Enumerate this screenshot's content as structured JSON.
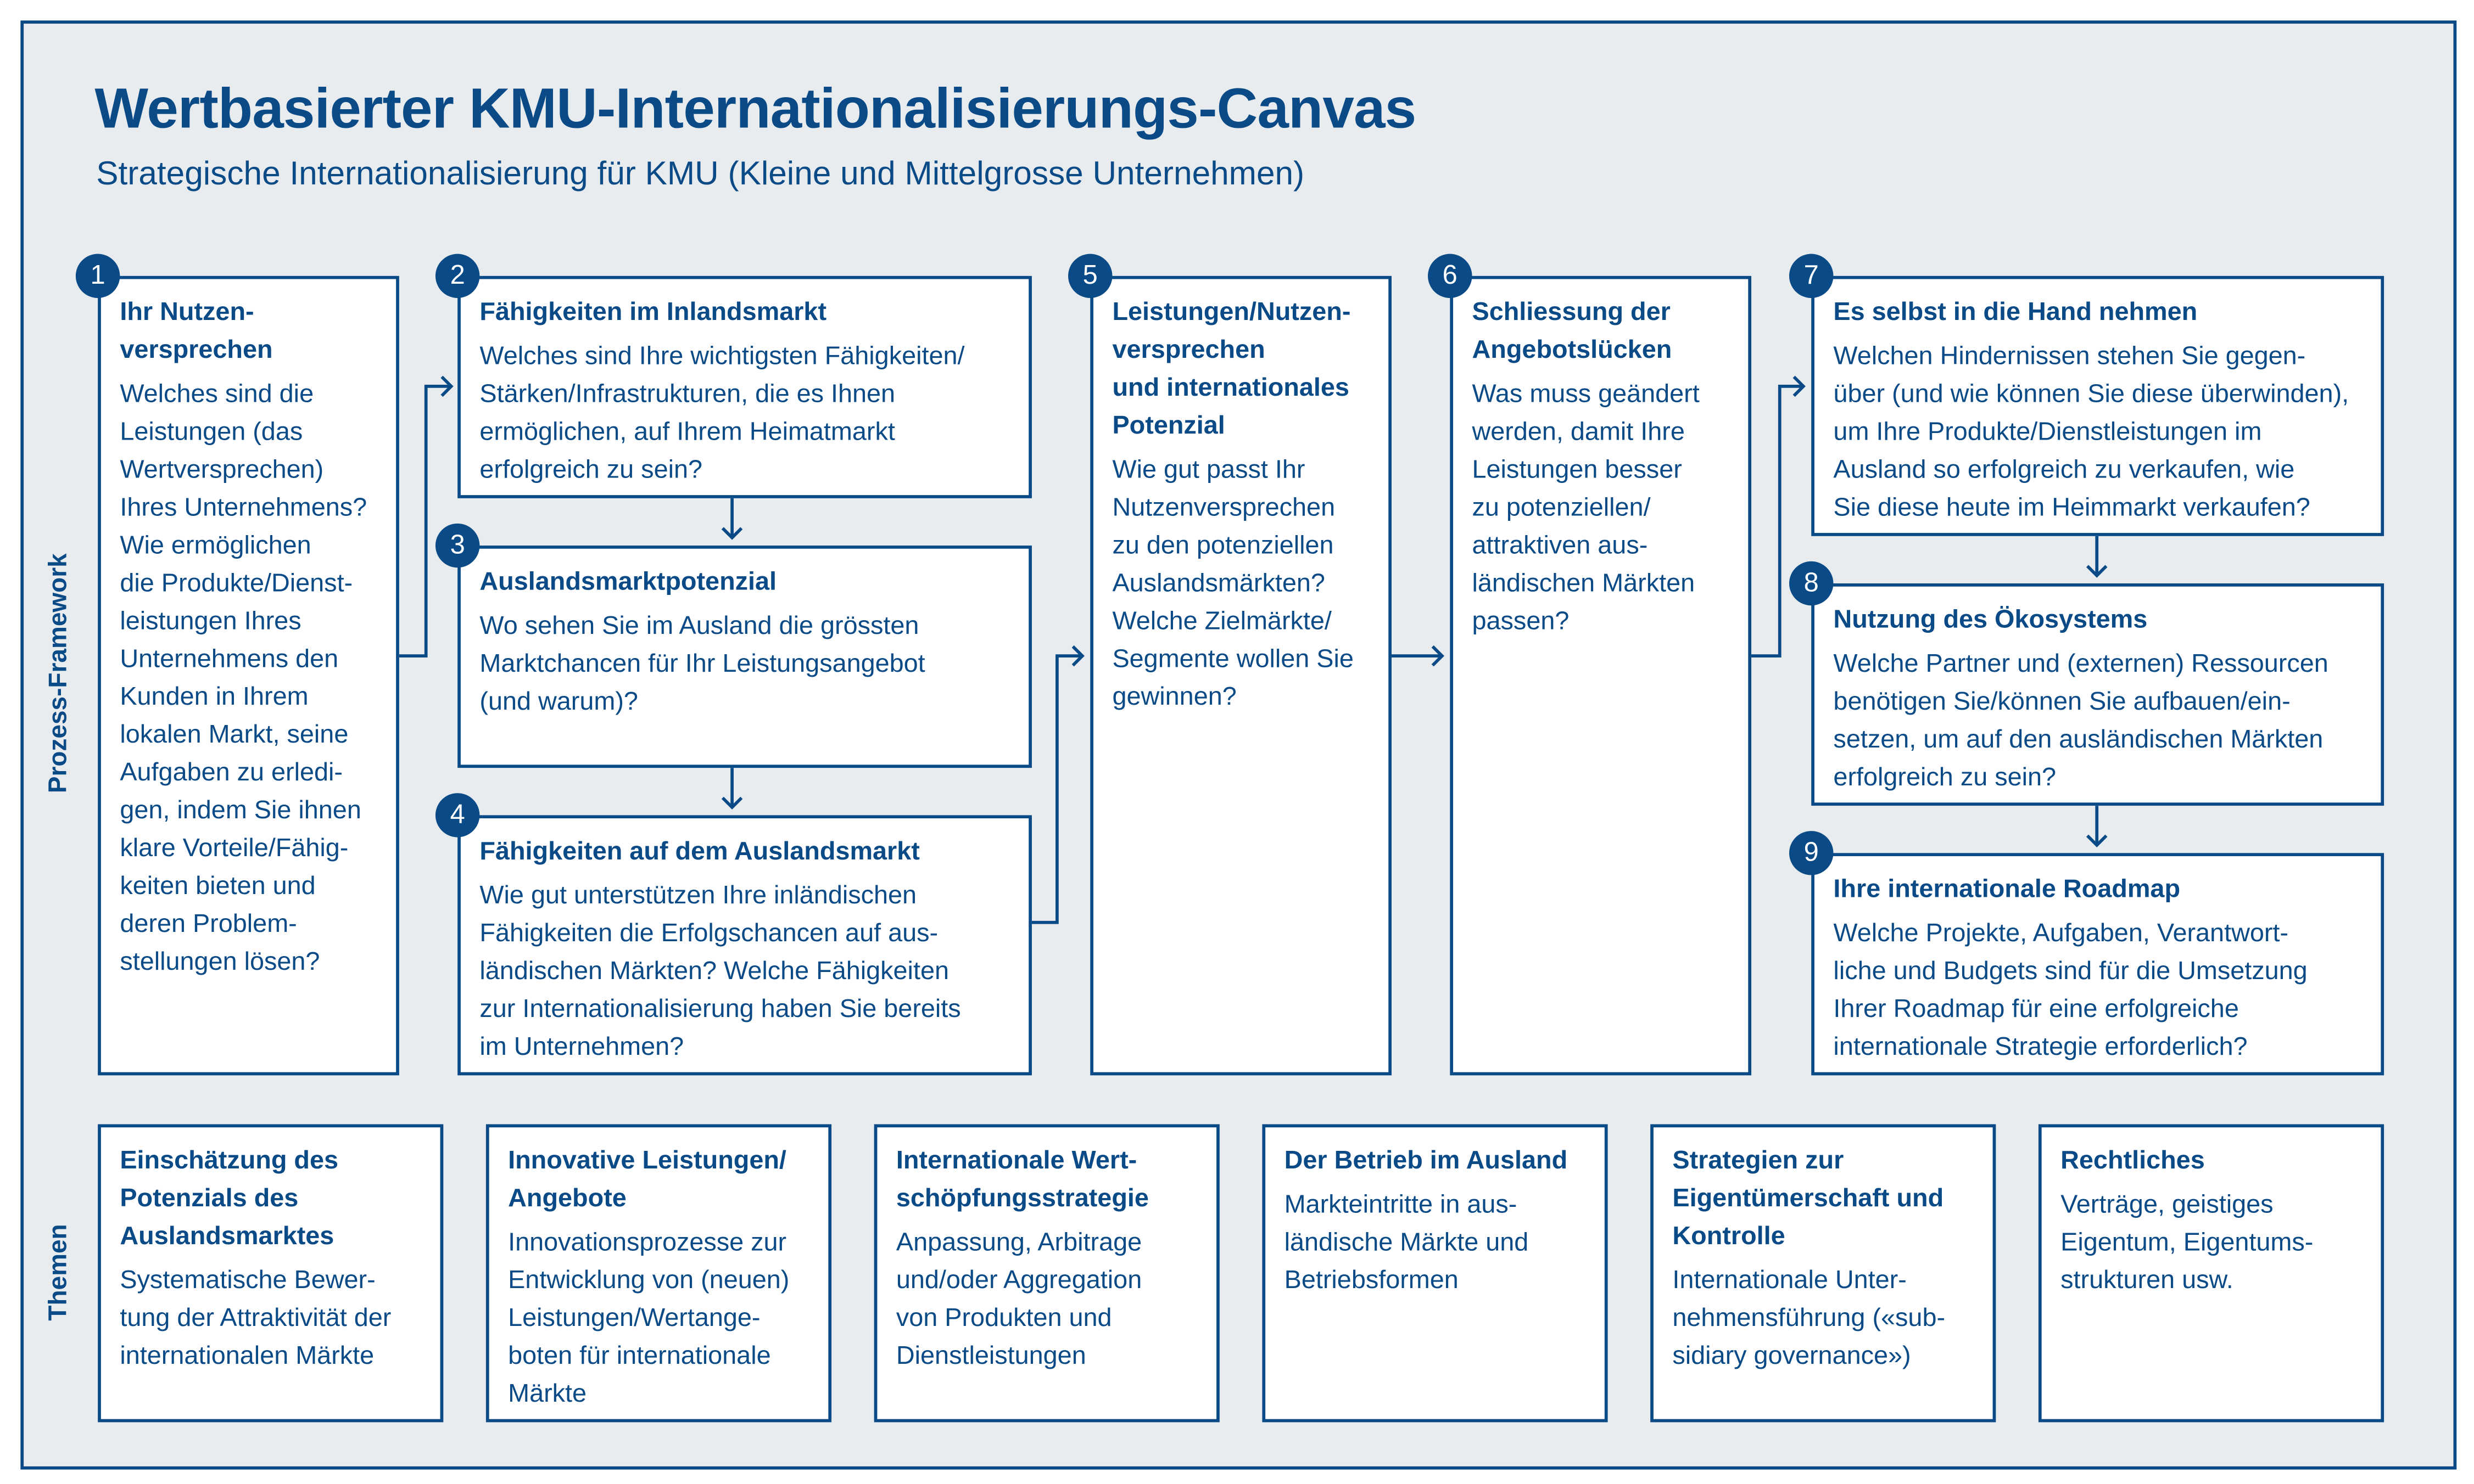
{
  "title": "Wertbasierter KMU-Internationalisierungs-Canvas",
  "subtitle": "Strategische Internationalisierung für KMU (Kleine und Mittelgrosse Unternehmen)",
  "labels": {
    "process": "Prozess-Framework",
    "themes": "Themen"
  },
  "colors": {
    "navy": "#0a4a86",
    "background": "#e8ecef"
  },
  "steps": [
    {
      "num": "1",
      "title": "Ihr Nutzen-\nversprechen",
      "text": "Welches sind die\nLeistungen (das\nWertversprechen)\nIhres Unternehmens?\nWie ermöglichen\ndie Produkte/Dienst-\nleistungen Ihres\nUnternehmens den\nKunden in Ihrem\nlokalen Markt, seine\nAufgaben zu erledi-\ngen, indem Sie ihnen\nklare Vorteile/Fähig-\nkeiten bieten und\nderen Problem-\nstellungen lösen?"
    },
    {
      "num": "2",
      "title": "Fähigkeiten im Inlandsmarkt",
      "text": "Welches sind Ihre wichtigsten Fähigkeiten/\nStärken/Infrastrukturen, die es Ihnen\nermöglichen, auf Ihrem Heimatmarkt\nerfolgreich zu sein?"
    },
    {
      "num": "3",
      "title": "Auslandsmarktpotenzial",
      "text": "Wo sehen Sie im Ausland die grössten\nMarktchancen für Ihr Leistungsangebot\n(und warum)?"
    },
    {
      "num": "4",
      "title": "Fähigkeiten auf dem Auslandsmarkt",
      "text": "Wie gut unterstützen Ihre inländischen\nFähigkeiten die Erfolgschancen auf aus-\nländischen Märkten? Welche Fähigkeiten\nzur Internationalisierung haben Sie bereits\nim Unternehmen?"
    },
    {
      "num": "5",
      "title": "Leistungen/Nutzen-\nversprechen\nund internationales\nPotenzial",
      "text": "Wie gut passt Ihr\nNutzenversprechen\nzu den potenziellen\nAuslandsmärkten?\nWelche Zielmärkte/\nSegmente wollen Sie\ngewinnen?"
    },
    {
      "num": "6",
      "title": "Schliessung der\nAngebotslücken",
      "text": "Was muss geändert\nwerden, damit Ihre\nLeistungen besser\nzu potenziellen/\nattraktiven aus-\nländischen Märkten\npassen?"
    },
    {
      "num": "7",
      "title": "Es selbst in die Hand nehmen",
      "text": "Welchen Hindernissen stehen Sie gegen-\nüber (und wie können Sie diese überwinden),\num Ihre Produkte/Dienstleistungen im\nAusland so erfolgreich zu verkaufen, wie\nSie diese heute im Heimmarkt verkaufen?"
    },
    {
      "num": "8",
      "title": "Nutzung des Ökosystems",
      "text": "Welche Partner und (externen) Ressourcen\nbenötigen Sie/können Sie aufbauen/ein-\nsetzen, um auf den ausländischen Märkten\nerfolgreich zu sein?"
    },
    {
      "num": "9",
      "title": "Ihre internationale Roadmap",
      "text": "Welche Projekte, Aufgaben, Verantwort-\nliche und Budgets sind für die Umsetzung\nIhrer Roadmap für eine erfolgreiche\ninternationale Strategie erforderlich?"
    }
  ],
  "themes": [
    {
      "title": "Einschätzung des\nPotenzials des\nAuslandsmarktes",
      "text": "Systematische Bewer-\ntung der Attraktivität der\ninternationalen Märkte"
    },
    {
      "title": "Innovative Leistungen/\nAngebote",
      "text": "Innovationsprozesse zur\nEntwicklung von (neuen)\nLeistungen/Wertange-\nboten für internationale\nMärkte"
    },
    {
      "title": "Internationale Wert-\nschöpfungsstrategie",
      "text": "Anpassung, Arbitrage\nund/oder Aggregation\nvon Produkten und\nDienstleistungen"
    },
    {
      "title": "Der Betrieb im Ausland",
      "text": "Markteintritte in aus-\nländische Märkte und\nBetriebsformen"
    },
    {
      "title": "Strategien zur\nEigentümerschaft und\nKontrolle",
      "text": "Internationale Unter-\nnehmensführung («sub-\nsidiary governance»)"
    },
    {
      "title": "Rechtliches",
      "text": "Verträge, geistiges\nEigentum, Eigentums-\nstrukturen usw."
    }
  ]
}
